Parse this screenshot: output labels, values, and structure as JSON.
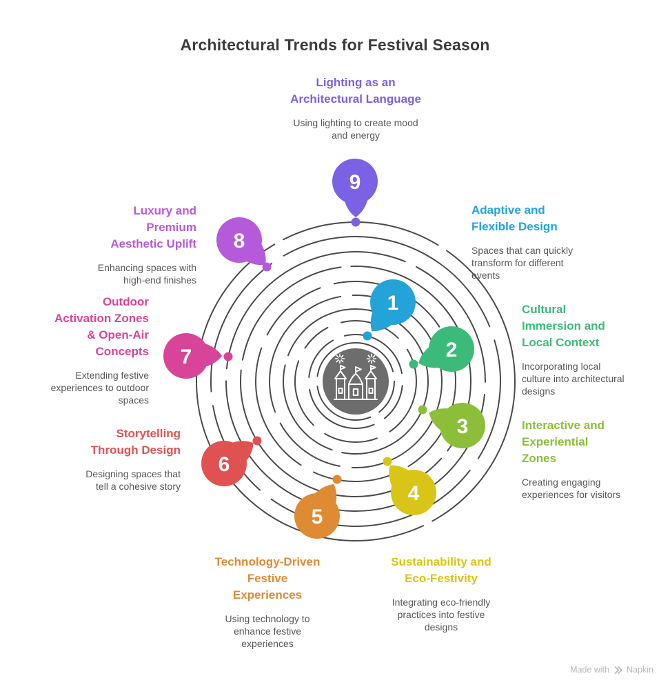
{
  "title": "Architectural Trends for Festival Season",
  "colors": {
    "title": "#3b3b3b",
    "description": "#575757",
    "arc": "#4a4a4a",
    "center_circle": "#6d6d6d"
  },
  "icons": {
    "center": "festival-castle-icon",
    "footer_logo": "napkin-chevrons-icon"
  },
  "items": [
    {
      "num": "1",
      "color": "#23a3d8",
      "label": "Adaptive and\nFlexible Design",
      "description": "Spaces that can quickly\ntransform for different\nevents"
    },
    {
      "num": "2",
      "color": "#3cba7a",
      "label": "Cultural\nImmersion and\nLocal Context",
      "description": "Incorporating local\nculture into architectural\ndesigns"
    },
    {
      "num": "3",
      "color": "#8cbe3a",
      "label": "Interactive and\nExperiential\nZones",
      "description": "Creating engaging\nexperiences for visitors"
    },
    {
      "num": "4",
      "color": "#d8c517",
      "label": "Sustainability and\nEco-Festivity",
      "description": "Integrating eco-friendly\npractices into festive\ndesigns"
    },
    {
      "num": "5",
      "color": "#de8b33",
      "label": "Technology-Driven\nFestive\nExperiences",
      "description": "Using technology to\nenhance festive\nexperiences"
    },
    {
      "num": "6",
      "color": "#e05252",
      "label": "Storytelling\nThrough Design",
      "description": "Designing spaces that\ntell a cohesive story"
    },
    {
      "num": "7",
      "color": "#d84598",
      "label": "Outdoor\nActivation Zones\n& Open-Air\nConcepts",
      "description": "Extending festive\nexperiences to outdoor\nspaces"
    },
    {
      "num": "8",
      "color": "#b55ada",
      "label": "Luxury and\nPremium\nAesthetic Uplift",
      "description": "Enhancing spaces with\nhigh-end finishes"
    },
    {
      "num": "9",
      "color": "#7b61e4",
      "label": "Lighting as an\nArchitectural Language",
      "description": "Using lighting to create mood\nand energy"
    }
  ],
  "footer": {
    "made_with": "Made with",
    "brand": "Napkin"
  }
}
